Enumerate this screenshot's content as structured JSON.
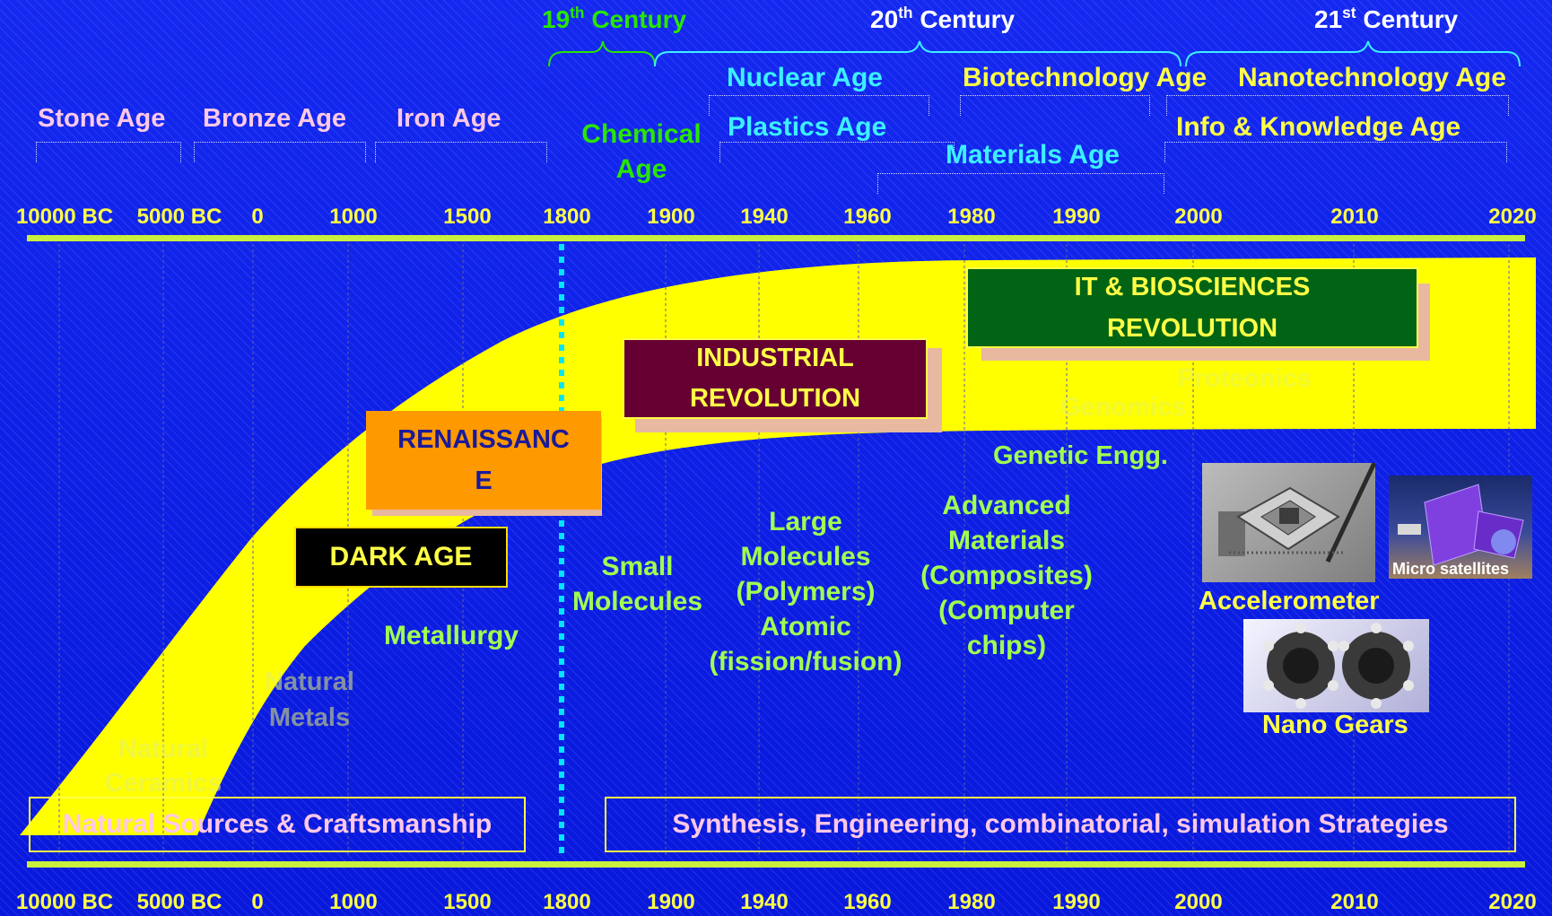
{
  "centuries": {
    "c19": {
      "num": "19",
      "sup": "th",
      "word": "Century"
    },
    "c20": {
      "num": "20",
      "sup": "th",
      "word": "Century"
    },
    "c21": {
      "num": "21",
      "sup": "st",
      "word": "Century"
    }
  },
  "ages": {
    "stone": "Stone Age",
    "bronze": "Bronze Age",
    "iron": "Iron Age",
    "chemical_line1": "Chemical",
    "chemical_line2": "Age",
    "nuclear": "Nuclear Age",
    "plastics": "Plastics Age",
    "biotech": "Biotechnology Age",
    "nanotech": "Nanotechnology Age",
    "info": "Info & Knowledge Age",
    "materials": "Materials Age"
  },
  "timeline_ticks": [
    "10000 BC",
    "5000 BC",
    "0",
    "1000",
    "1500",
    "1800",
    "1900",
    "1940",
    "1960",
    "1980",
    "1990",
    "2000",
    "2010",
    "2020"
  ],
  "eras": {
    "renaissance_line1": "RENAISSANC",
    "renaissance_line2": "E",
    "dark_age": "DARK AGE",
    "industrial_line1": "INDUSTRIAL",
    "industrial_line2": "REVOLUTION",
    "it_line1": "IT & BIOSCIENCES",
    "it_line2": "REVOLUTION"
  },
  "materials": {
    "natural_ceramics_1": "Natural",
    "natural_ceramics_2": "Ceramics",
    "natural_metals_1": "Natural",
    "natural_metals_2": "Metals",
    "metallurgy": "Metallurgy",
    "small_molecules_1": "Small",
    "small_molecules_2": "Molecules",
    "large_1": "Large",
    "large_2": "Molecules",
    "large_3": "(Polymers)",
    "large_4": "Atomic",
    "large_5": "(fission/fusion)",
    "adv_1": "Advanced",
    "adv_2": "Materials",
    "adv_3": "(Composites)",
    "adv_4": "(Computer",
    "adv_5": "chips)",
    "genetic": "Genetic Engg.",
    "genomics": "Genomics",
    "proteonics": "Proteonics",
    "accelerometer": "Accelerometer",
    "micro_satellites": "Micro satellites",
    "nano_gears": "Nano Gears"
  },
  "strategies": {
    "natural": "Natural Sources & Craftsmanship",
    "synthesis": "Synthesis, Engineering, combinatorial, simulation Strategies"
  },
  "colors": {
    "background": "#0a1ee6",
    "band": "#ffff00",
    "axis": "#c8f03c",
    "divider": "#00e6ff",
    "renaissance": "#ff9900",
    "dark_age": "#000000",
    "industrial": "#660033",
    "it_bio": "#006414"
  },
  "icons": [
    "accelerometer-chip-image",
    "micro-satellite-image",
    "nano-gears-image"
  ]
}
